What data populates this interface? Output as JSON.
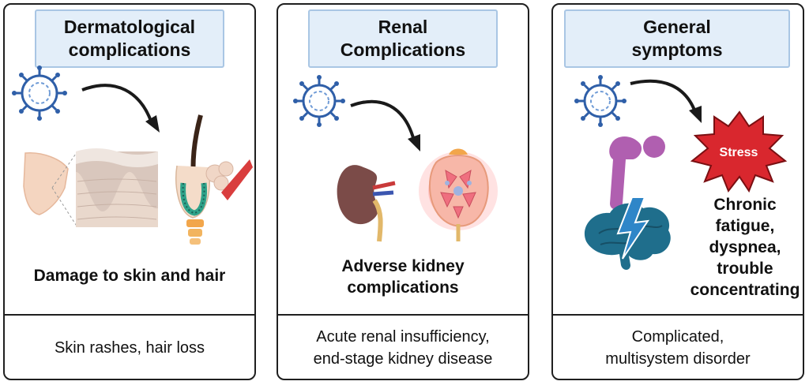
{
  "panels": [
    {
      "title": "Dermatological\ncomplications",
      "effect": "Damage to skin and hair",
      "outcome": "Skin rashes, hair loss"
    },
    {
      "title": "Renal\nComplications",
      "effect": "Adverse kidney\ncomplications",
      "outcome": "Acute renal insufficiency,\nend-stage kidney disease"
    },
    {
      "title": "General\nsymptoms",
      "stress_label": "Stress",
      "effect": "Chronic\nfatigue,\ndyspnea,\ntrouble\nconcentrating",
      "outcome": "Complicated,\nmultisystem disorder"
    }
  ],
  "colors": {
    "title_fill": "#e3eef9",
    "title_border": "#a9c6e4",
    "virus": "#2f5fa8",
    "stress_star": "#d9272e",
    "kidney": "#7b4b48",
    "purple_figure": "#b05fb0",
    "brain": "#1f6e8c",
    "lightning": "#2e86c8"
  }
}
